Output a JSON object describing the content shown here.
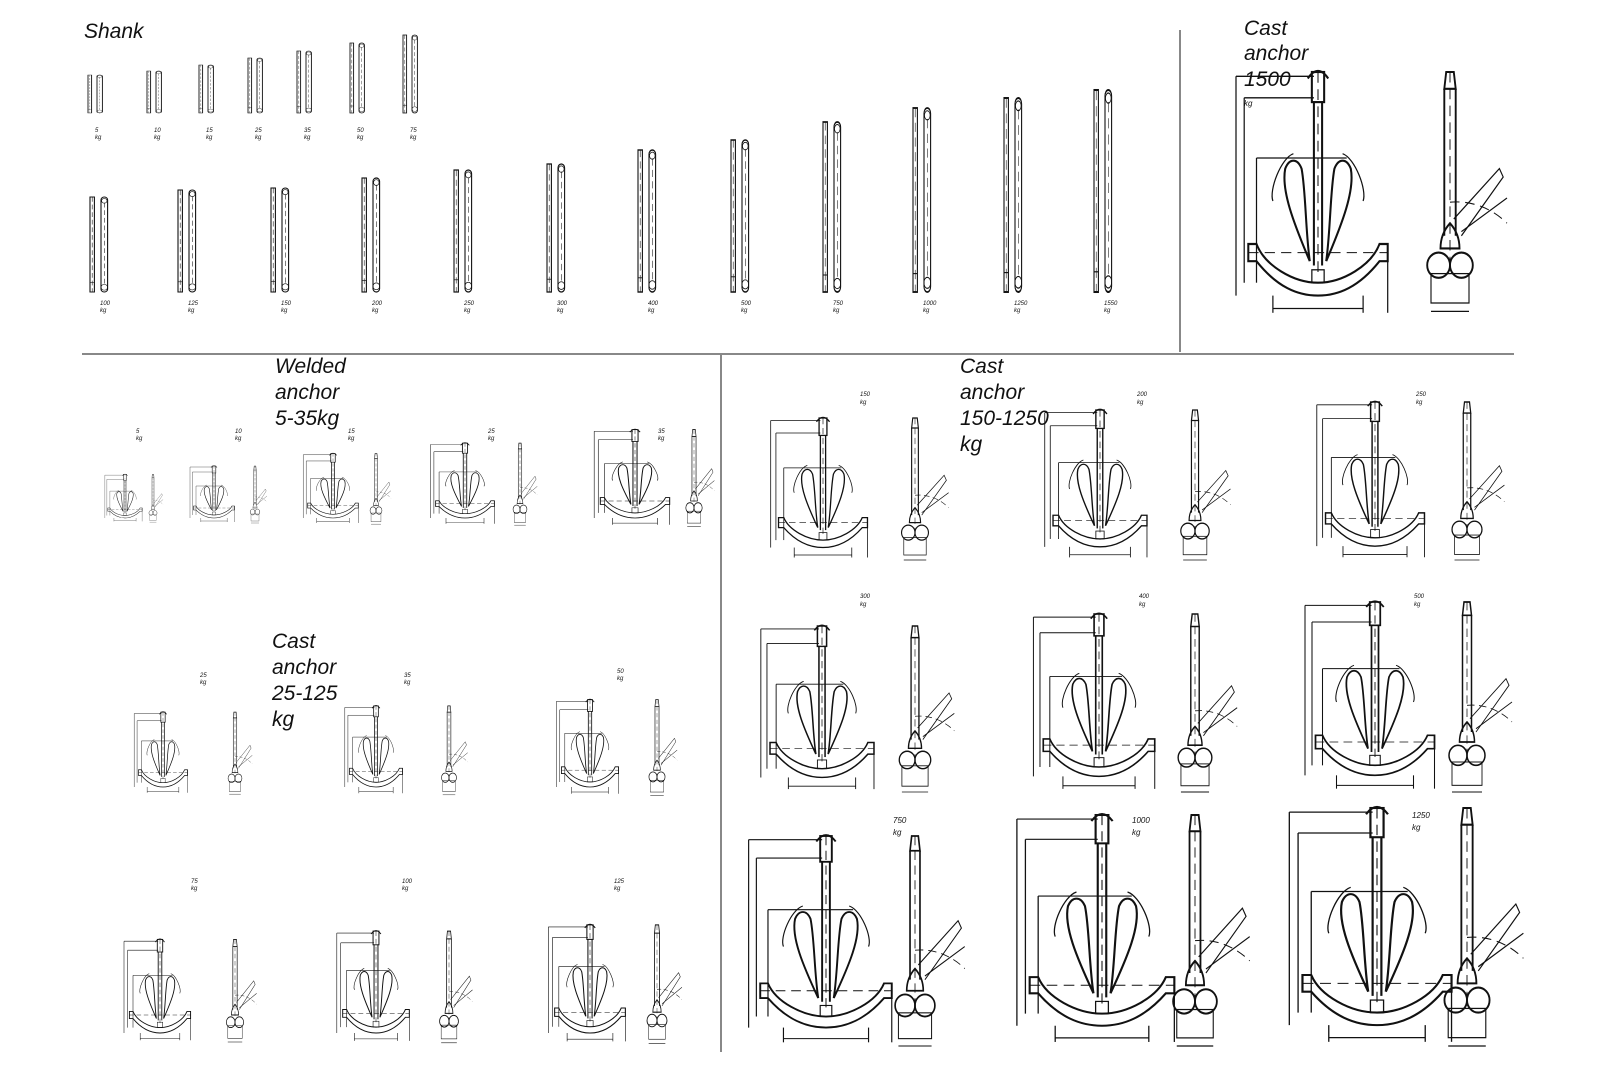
{
  "sections": {
    "shank": {
      "title": "Shank"
    },
    "cast_1500": {
      "title_lines": [
        "Cast",
        "anchor",
        "1500"
      ],
      "unit": "kg"
    },
    "welded": {
      "title_lines": [
        "Welded",
        "anchor",
        "5-35kg"
      ]
    },
    "cast_small": {
      "title_lines": [
        "Cast",
        "anchor",
        "25-125",
        "kg"
      ]
    },
    "cast_large": {
      "title_lines": [
        "Cast",
        "anchor",
        "150-1250",
        "kg"
      ]
    }
  },
  "shank_row1": [
    {
      "value": "5",
      "unit": "kg"
    },
    {
      "value": "10",
      "unit": "kg"
    },
    {
      "value": "15",
      "unit": "kg"
    },
    {
      "value": "25",
      "unit": "kg"
    },
    {
      "value": "35",
      "unit": "kg"
    },
    {
      "value": "50",
      "unit": "kg"
    },
    {
      "value": "75",
      "unit": "kg"
    }
  ],
  "shank_row2": [
    {
      "value": "100",
      "unit": "kg"
    },
    {
      "value": "125",
      "unit": "kg"
    },
    {
      "value": "150",
      "unit": "kg"
    },
    {
      "value": "200",
      "unit": "kg"
    },
    {
      "value": "250",
      "unit": "kg"
    },
    {
      "value": "300",
      "unit": "kg"
    },
    {
      "value": "400",
      "unit": "kg"
    },
    {
      "value": "500",
      "unit": "kg"
    },
    {
      "value": "750",
      "unit": "kg"
    },
    {
      "value": "1000",
      "unit": "kg"
    },
    {
      "value": "1250",
      "unit": "kg"
    },
    {
      "value": "1550",
      "unit": "kg"
    }
  ],
  "welded_anchors": [
    {
      "value": "5",
      "unit": "kg"
    },
    {
      "value": "10",
      "unit": "kg"
    },
    {
      "value": "15",
      "unit": "kg"
    },
    {
      "value": "25",
      "unit": "kg"
    },
    {
      "value": "35",
      "unit": "kg"
    }
  ],
  "cast_small_anchors": [
    {
      "value": "25",
      "unit": "kg"
    },
    {
      "value": "35",
      "unit": "kg"
    },
    {
      "value": "50",
      "unit": "kg"
    },
    {
      "value": "75",
      "unit": "kg"
    },
    {
      "value": "100",
      "unit": "kg"
    },
    {
      "value": "125",
      "unit": "kg"
    }
  ],
  "cast_large_anchors": [
    {
      "value": "150",
      "unit": "kg"
    },
    {
      "value": "200",
      "unit": "kg"
    },
    {
      "value": "250",
      "unit": "kg"
    },
    {
      "value": "300",
      "unit": "kg"
    },
    {
      "value": "400",
      "unit": "kg"
    },
    {
      "value": "500",
      "unit": "kg"
    },
    {
      "value": "750",
      "unit": "kg"
    },
    {
      "value": "1000",
      "unit": "kg"
    },
    {
      "value": "1250",
      "unit": "kg"
    }
  ]
}
